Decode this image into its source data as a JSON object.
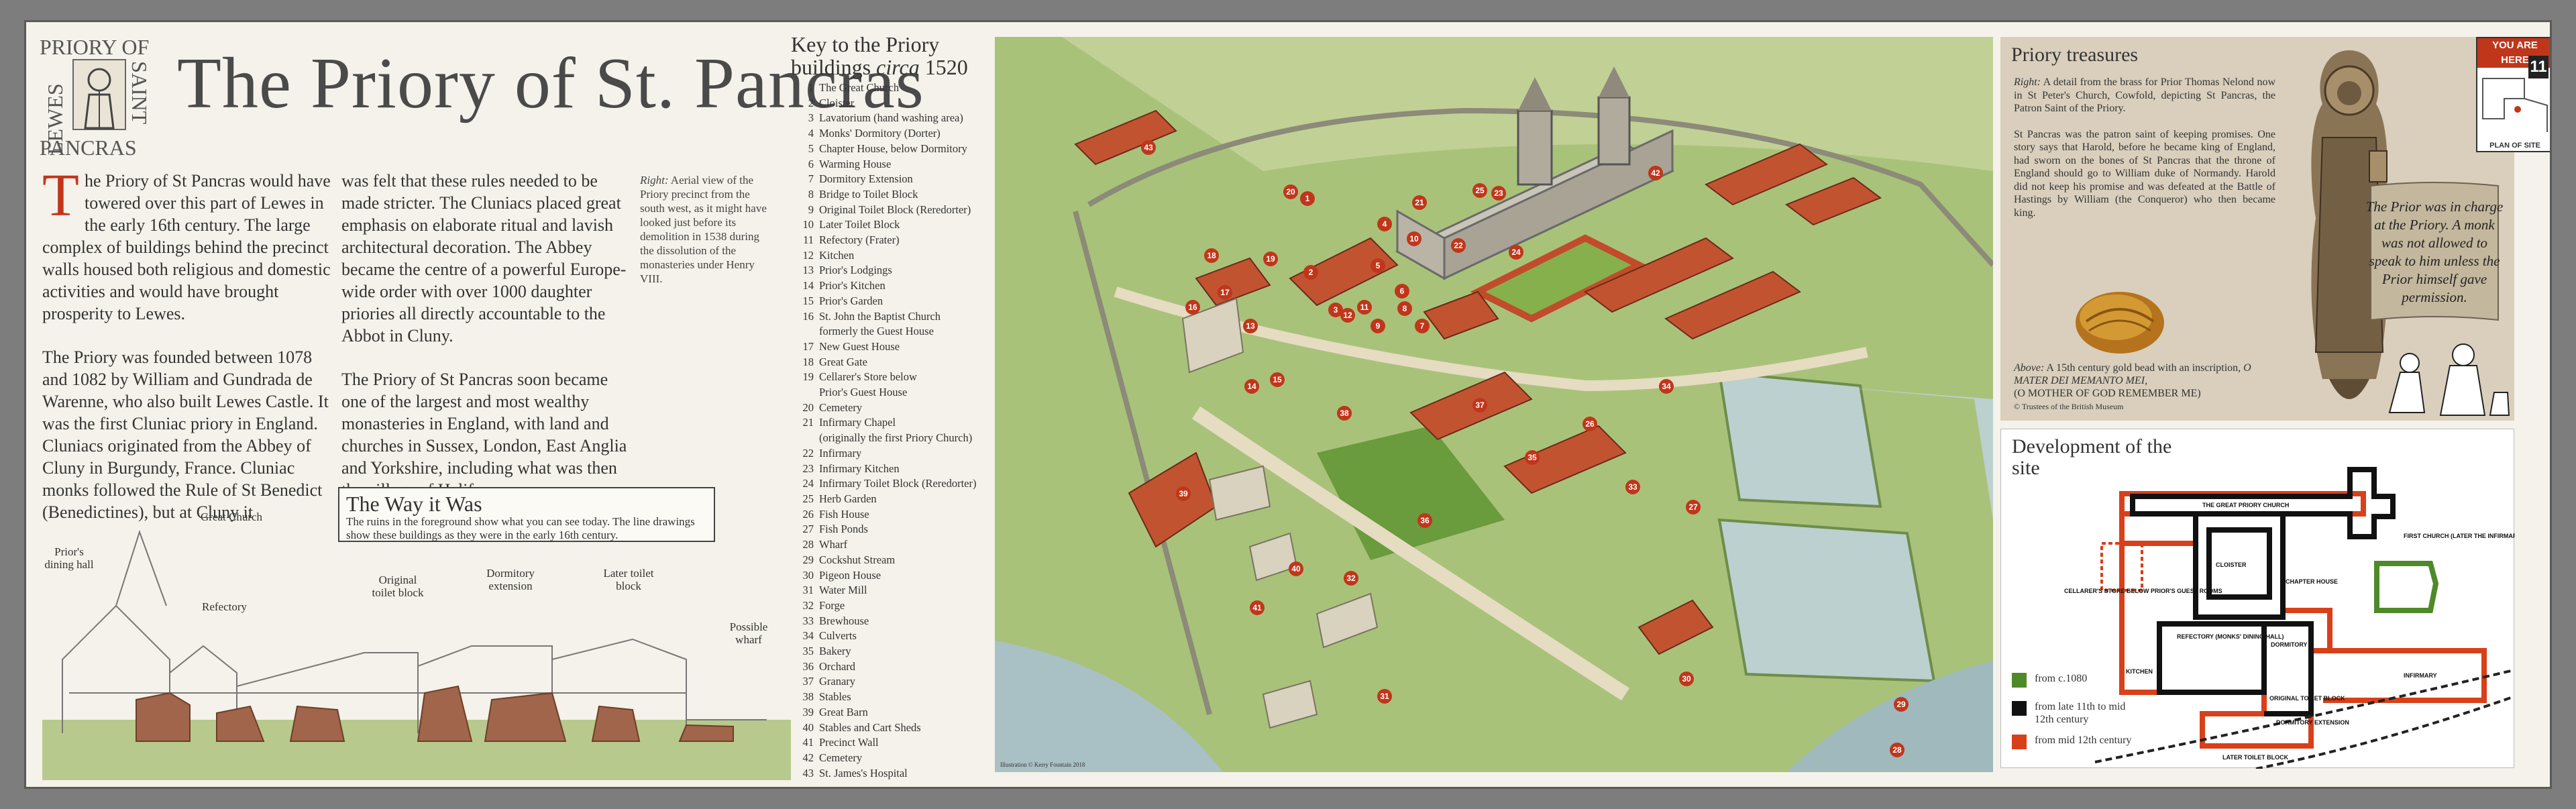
{
  "header": {
    "logo_text": [
      "PRIORY OF",
      "LEWES",
      "SAINT",
      "PANCRAS"
    ],
    "title": "The Priory of St. Pancras"
  },
  "intro": {
    "dropcap": "T",
    "p1": "he Priory of St Pancras would have towered over this part of Lewes in the early 16th century. The large complex of buildings behind the precinct walls housed both religious and domestic activities and would have brought prosperity to Lewes.",
    "p2": "The Priory was founded between 1078 and 1082 by William and Gundrada de Warenne, who also built Lewes Castle. It was the first Cluniac priory in England. Cluniacs originated from the Abbey of Cluny in Burgundy, France. Cluniac monks followed the Rule of St Benedict (Benedictines), but at Cluny it",
    "p3": "was felt that these rules needed to be made stricter. The Cluniacs placed great emphasis on elaborate ritual and lavish architectural decoration. The Abbey became the centre of a powerful Europe-wide order with over 1000 daughter priories all directly accountable to the Abbot in Cluny.",
    "p4": "The Priory of St Pancras soon became one of the largest and most wealthy monasteries in England, with land and churches in Sussex, London, East Anglia and Yorkshire, including what was then the village of Halifax."
  },
  "aerial_caption": {
    "lead": "Right:",
    "text": " Aerial view of the Priory precinct from the south west, as it might have looked just before its demolition in 1538 during the dissolution of the monasteries under Henry VIII."
  },
  "way_it_was": {
    "title": "The Way it Was",
    "text": "The ruins in the foreground show what you can see today. The line drawings show these buildings as they were in the early 16th century."
  },
  "sketch_labels": {
    "great_church": "Great Church",
    "priors_dining": "Prior's dining hall",
    "refectory": "Refectory",
    "toilet_block": "Original toilet block",
    "dormitory_ext": "Dormitory extension",
    "later_toilet": "Later toilet block",
    "wharf": "Possible wharf"
  },
  "key": {
    "title_line1": "Key to the Priory",
    "title_line2": "buildings ",
    "title_circa": "circa",
    "title_year": " 1520",
    "items": [
      {
        "n": "1",
        "label": "The Great Church"
      },
      {
        "n": "2",
        "label": "Cloister"
      },
      {
        "n": "3",
        "label": "Lavatorium (hand washing area)"
      },
      {
        "n": "4",
        "label": "Monks' Dormitory (Dorter)"
      },
      {
        "n": "5",
        "label": "Chapter House, below Dormitory"
      },
      {
        "n": "6",
        "label": "Warming House"
      },
      {
        "n": "7",
        "label": "Dormitory Extension"
      },
      {
        "n": "8",
        "label": "Bridge to Toilet Block"
      },
      {
        "n": "9",
        "label": "Original Toilet Block (Reredorter)"
      },
      {
        "n": "10",
        "label": "Later Toilet Block"
      },
      {
        "n": "11",
        "label": "Refectory (Frater)"
      },
      {
        "n": "12",
        "label": "Kitchen"
      },
      {
        "n": "13",
        "label": "Prior's Lodgings"
      },
      {
        "n": "14",
        "label": "Prior's Kitchen"
      },
      {
        "n": "15",
        "label": "Prior's Garden"
      },
      {
        "n": "16",
        "label": "St. John the Baptist Church"
      },
      {
        "n": "",
        "label": "formerly the Guest House"
      },
      {
        "n": "17",
        "label": "New Guest House"
      },
      {
        "n": "18",
        "label": "Great Gate"
      },
      {
        "n": "19",
        "label": "Cellarer's Store below"
      },
      {
        "n": "",
        "label": "Prior's Guest House"
      },
      {
        "n": "20",
        "label": "Cemetery"
      },
      {
        "n": "21",
        "label": "Infirmary Chapel"
      },
      {
        "n": "",
        "label": "(originally the first Priory Church)"
      },
      {
        "n": "22",
        "label": "Infirmary"
      },
      {
        "n": "23",
        "label": "Infirmary Kitchen"
      },
      {
        "n": "24",
        "label": "Infirmary Toilet Block (Reredorter)"
      },
      {
        "n": "25",
        "label": "Herb Garden"
      },
      {
        "n": "26",
        "label": "Fish House"
      },
      {
        "n": "27",
        "label": "Fish Ponds"
      },
      {
        "n": "28",
        "label": "Wharf"
      },
      {
        "n": "29",
        "label": "Cockshut Stream"
      },
      {
        "n": "30",
        "label": "Pigeon House"
      },
      {
        "n": "31",
        "label": "Water Mill"
      },
      {
        "n": "32",
        "label": "Forge"
      },
      {
        "n": "33",
        "label": "Brewhouse"
      },
      {
        "n": "34",
        "label": "Culverts"
      },
      {
        "n": "35",
        "label": "Bakery"
      },
      {
        "n": "36",
        "label": "Orchard"
      },
      {
        "n": "37",
        "label": "Granary"
      },
      {
        "n": "38",
        "label": "Stables"
      },
      {
        "n": "39",
        "label": "Great Barn"
      },
      {
        "n": "40",
        "label": "Stables and Cart Sheds"
      },
      {
        "n": "41",
        "label": "Precinct Wall"
      },
      {
        "n": "42",
        "label": "Cemetery"
      },
      {
        "n": "43",
        "label": "St. James's Hospital"
      }
    ]
  },
  "map": {
    "credit": "Illustration © Kerry Fountain 2018",
    "markers": [
      "1",
      "2",
      "3",
      "4",
      "5",
      "6",
      "7",
      "8",
      "9",
      "10",
      "11",
      "12",
      "13",
      "14",
      "15",
      "16",
      "17",
      "18",
      "19",
      "20",
      "21",
      "22",
      "23",
      "24",
      "25",
      "26",
      "27",
      "28",
      "29",
      "30",
      "31",
      "32",
      "33",
      "34",
      "35",
      "36",
      "37",
      "38",
      "39",
      "40",
      "41",
      "42",
      "43"
    ]
  },
  "treasures": {
    "title": "Priory treasures",
    "p1_lead": "Right:",
    "p1": " A detail from the brass for Prior Thomas Nelond now in St Peter's Church, Cowfold, depicting St Pancras, the Patron Saint of the Priory.",
    "p2": "St Pancras was the patron saint of keeping promises. One story says that Harold, before he became king of England, had sworn on the bones of St Pancras that the throne of England should go to William duke of Normandy. Harold did not keep his promise and was defeated at the Battle of Hastings by William (the Conqueror) who then became king.",
    "coin_lead": "Above:",
    "coin_caption": " A 15th century gold bead with an inscription, ",
    "coin_inscription": "O MATER DEI MEMANTO MEI,",
    "coin_translation": "(O MOTHER OF GOD REMEMBER ME)",
    "coin_credit": "© Trustees of the British Museum",
    "scroll_text": "The Prior was in charge at the Priory. A monk was not allowed to speak to him unless the Prior himself gave permission."
  },
  "you_are_here": {
    "label": "YOU ARE HERE",
    "number": "11",
    "plan_label": "PLAN OF SITE"
  },
  "development": {
    "title": "Development of the site",
    "plan_labels": {
      "church": "THE GREAT PRIORY CHURCH",
      "first_church": "FIRST CHURCH (LATER THE INFIRMARY CHAPEL)",
      "cellarer": "CELLARER'S STORE BELOW PRIOR'S GUEST ROOMS",
      "cloister": "CLOISTER",
      "chapter": "CHAPTER HOUSE",
      "refectory": "REFECTORY (MONKS' DINING HALL)",
      "dormitory": "DORMITORY",
      "infirmary": "INFIRMARY",
      "kitchen": "KITCHEN",
      "orig_toilet": "ORIGINAL TOILET BLOCK",
      "dorm_ext": "DORMITORY EXTENSION",
      "later_toilet": "LATER TOILET BLOCK"
    },
    "legend": [
      {
        "color": "#4f8a2a",
        "label": "from c.1080"
      },
      {
        "color": "#111111",
        "label": "from late 11th to mid 12th century"
      },
      {
        "color": "#d8401a",
        "label": "from mid 12th century"
      }
    ]
  },
  "colors": {
    "accent": "#c0361b",
    "period1": "#4f8a2a",
    "period2": "#111111",
    "period3": "#d8401a"
  }
}
